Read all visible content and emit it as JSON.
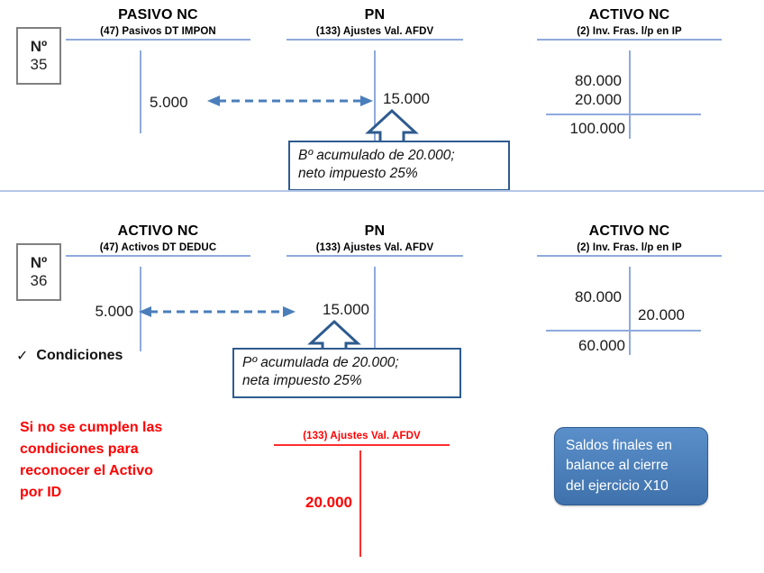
{
  "page": {
    "accent_blue": "#8faadc",
    "line_blue": "#2e5b8f",
    "red": "#ff0000",
    "box_blue_fill": "#4a7ebb"
  },
  "entries": [
    {
      "number_symbol": "Nº",
      "number_value": "35",
      "accounts": [
        {
          "title": "PASIVO NC",
          "subtitle": "(47) Pasivos DT IMPON",
          "debit": [],
          "credit": [
            "5.000"
          ],
          "balance_side": "",
          "balance": ""
        },
        {
          "title": "PN",
          "subtitle": "(133) Ajustes Val. AFDV",
          "debit": [],
          "credit": [
            "15.000"
          ],
          "balance_side": "",
          "balance": ""
        },
        {
          "title": "ACTIVO NC",
          "subtitle": "(2) Inv. Fras. l/p en IP",
          "debit": [
            "80.000",
            "20.000"
          ],
          "credit": [],
          "balance_side": "debit",
          "balance": "100.000"
        }
      ],
      "callout": "Bº acumulado de 20.000;\nneto impuesto 25%"
    },
    {
      "number_symbol": "Nº",
      "number_value": "36",
      "accounts": [
        {
          "title": "ACTIVO NC",
          "subtitle": "(47) Activos DT DEDUC",
          "debit": [
            "5.000"
          ],
          "credit": [],
          "balance_side": "",
          "balance": ""
        },
        {
          "title": "PN",
          "subtitle": "(133) Ajustes Val. AFDV",
          "debit": [
            "15.000"
          ],
          "credit": [],
          "balance_side": "",
          "balance": ""
        },
        {
          "title": "ACTIVO NC",
          "subtitle": "(2) Inv. Fras. l/p en IP",
          "debit": [
            "80.000"
          ],
          "credit": [
            "20.000"
          ],
          "balance_side": "debit",
          "balance": "60.000"
        }
      ],
      "callout": "Pº acumulada de 20.000;\nneta impuesto 25%",
      "condition": {
        "check": "✓",
        "label": "Condiciones"
      }
    }
  ],
  "footer": {
    "red_note": "Si no se cumplen las\ncondiciones para\nreconocer el Activo\npor ID",
    "red_account": {
      "subtitle": "(133) Ajustes Val. AFDV",
      "debit": [
        "20.000"
      ],
      "credit": []
    },
    "blue_box": "Saldos finales en\nbalance al cierre\ndel ejercicio X10"
  }
}
